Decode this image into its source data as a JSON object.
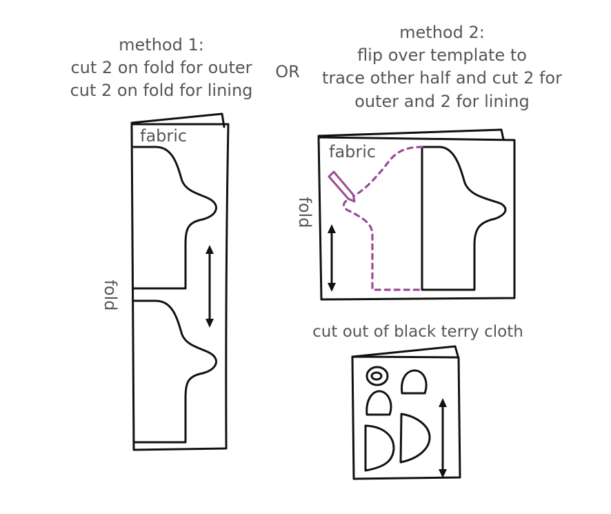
{
  "method1": {
    "lines": [
      "method 1:",
      "cut 2 on fold for outer",
      "cut 2 on fold for lining"
    ],
    "fabric_label": "fabric",
    "fold_label": "fold"
  },
  "or_label": "OR",
  "method2": {
    "lines": [
      "method 2:",
      "flip over template to",
      "trace other half and cut 2 for",
      "outer and 2 for lining"
    ],
    "fabric_label": "fabric",
    "fold_label": "fold"
  },
  "terry": {
    "caption": "cut out of black terry cloth"
  },
  "colors": {
    "text": "#555555",
    "outline": "#111111",
    "trace": "#9b4a95"
  }
}
